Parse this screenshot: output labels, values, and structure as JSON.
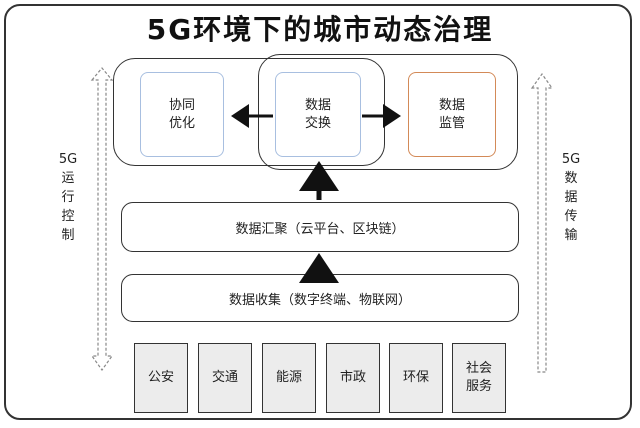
{
  "title": "5G环境下的城市动态治理",
  "top_boxes": [
    {
      "label": "协同\n优化"
    },
    {
      "label": "数据\n交换"
    },
    {
      "label": "数据\n监管"
    }
  ],
  "aggregate_bar": "数据汇聚（云平台、区块链）",
  "collect_bar": "数据收集（数字终端、物联网）",
  "departments": [
    "公安",
    "交通",
    "能源",
    "市政",
    "环保",
    "社会\n服务"
  ],
  "left_side": "5G运行控制",
  "right_side": "5G数据传输",
  "colors": {
    "inner_blue_border": "#a8bfe0",
    "inner_orange_border": "#d38a58",
    "department_fill": "#ececec"
  }
}
